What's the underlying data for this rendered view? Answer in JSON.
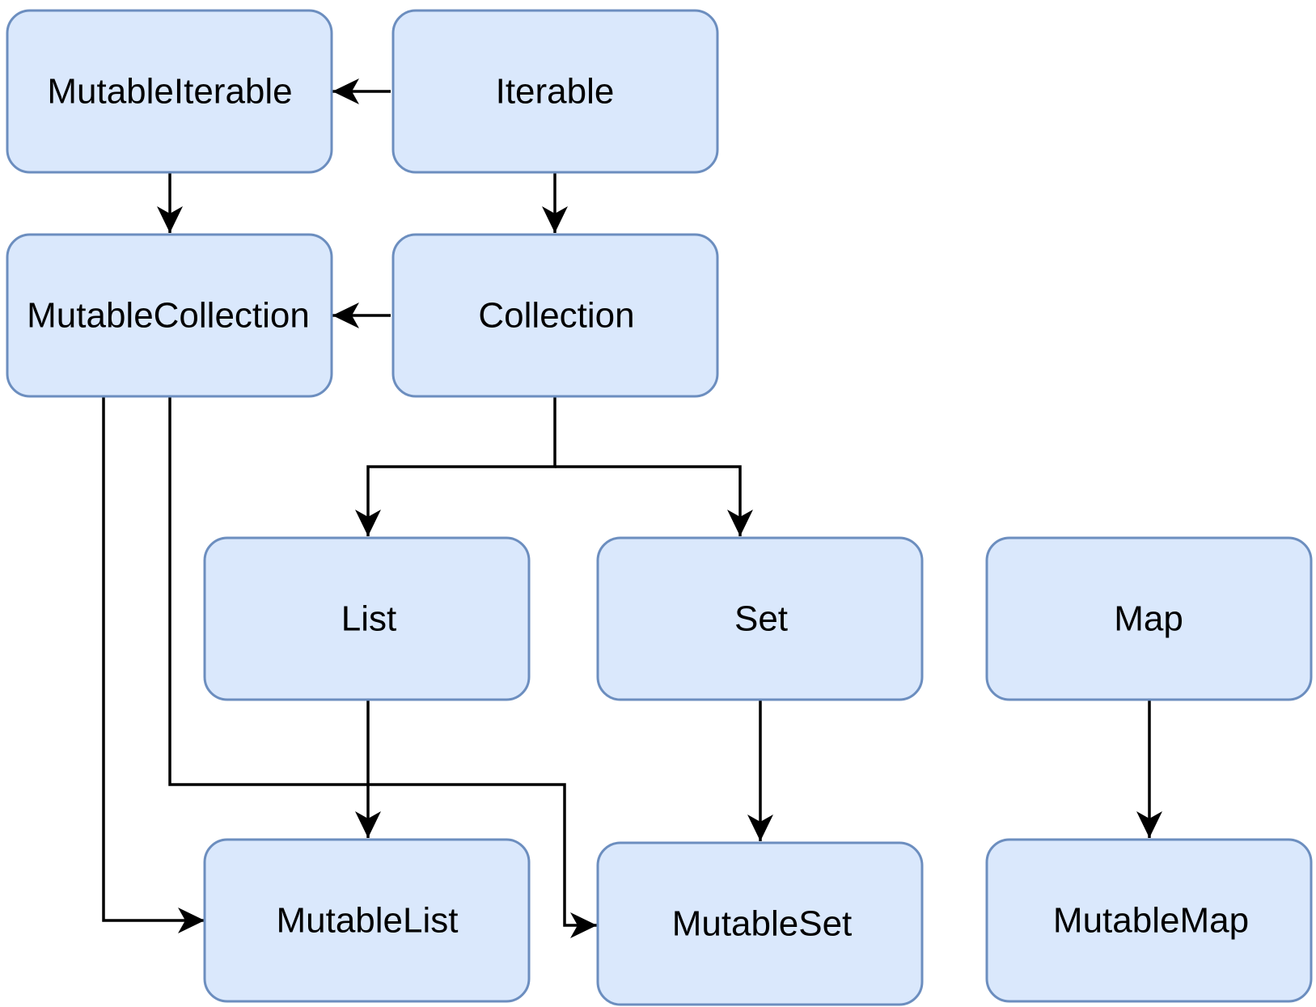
{
  "diagram": {
    "nodes": {
      "mutable_iterable": "MutableIterable",
      "iterable": "Iterable",
      "mutable_collection": "MutableCollection",
      "collection": "Collection",
      "list": "List",
      "set": "Set",
      "map": "Map",
      "mutable_list": "MutableList",
      "mutable_set": "MutableSet",
      "mutable_map": "MutableMap"
    },
    "edges": [
      {
        "from": "iterable",
        "to": "mutable_iterable"
      },
      {
        "from": "mutable_iterable",
        "to": "mutable_collection"
      },
      {
        "from": "iterable",
        "to": "collection"
      },
      {
        "from": "collection",
        "to": "mutable_collection"
      },
      {
        "from": "collection",
        "to": "list"
      },
      {
        "from": "collection",
        "to": "set"
      },
      {
        "from": "mutable_collection",
        "to": "mutable_list"
      },
      {
        "from": "mutable_collection",
        "to": "mutable_set"
      },
      {
        "from": "list",
        "to": "mutable_list"
      },
      {
        "from": "set",
        "to": "mutable_set"
      },
      {
        "from": "map",
        "to": "mutable_map"
      }
    ]
  }
}
